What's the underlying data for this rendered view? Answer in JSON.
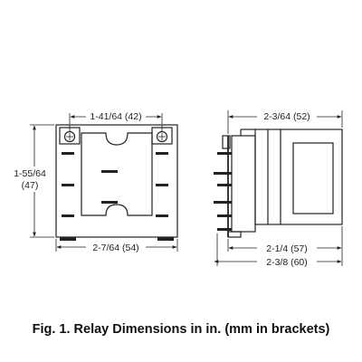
{
  "front_view": {
    "width_between_holes": "1-41/64 (42)",
    "height_line1": "1-55/64",
    "height_line2": "(47)",
    "overall_width": "2-7/64 (54)"
  },
  "side_view": {
    "top_depth": "2-3/64 (52)",
    "bottom_depth_inner": "2-1/4 (57)",
    "bottom_depth_overall": "2-3/8 (60)"
  },
  "caption": "Fig. 1. Relay Dimensions in in. (mm in brackets)"
}
